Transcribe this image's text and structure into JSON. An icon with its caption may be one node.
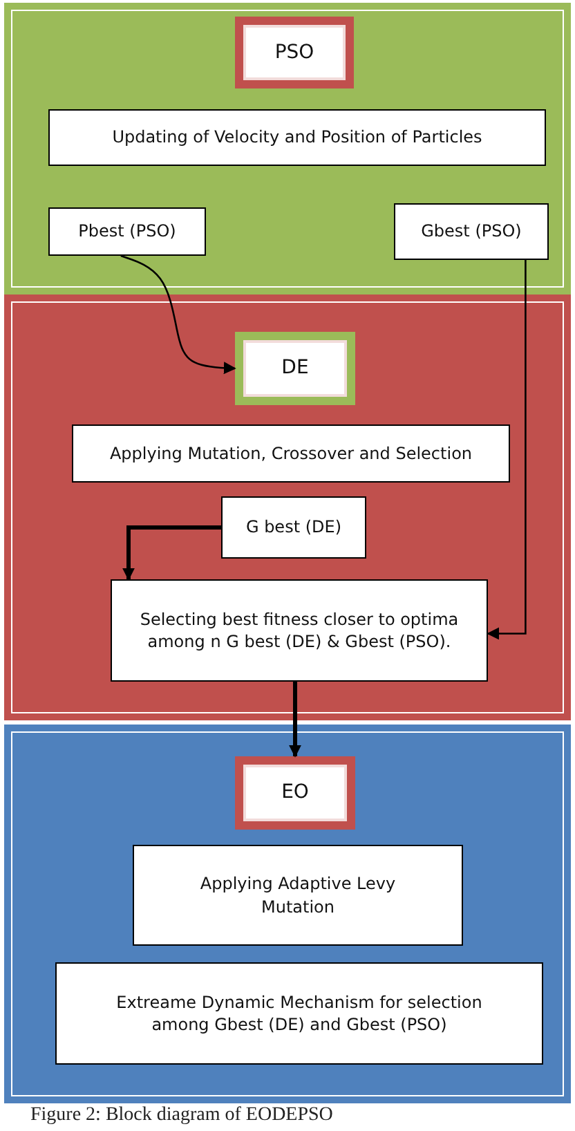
{
  "diagram": {
    "caption": "Figure 2: Block diagram of EODEPSO",
    "nodes": [
      {
        "text": [],
        "shape": "box"
      },
      {
        "text": [
          "PSO"
        ],
        "in": 0
      },
      {
        "text": [
          "Updating of Velocity and Position of Particles"
        ],
        "in": 0
      },
      {
        "text": [
          "Pbest (PSO)"
        ],
        "in": 0
      },
      {
        "text": [
          "Gbest (PSO)"
        ],
        "in": 0
      },
      {
        "text": [],
        "shape": "box"
      },
      {
        "text": [
          "DE"
        ],
        "in": 5
      },
      {
        "text": [
          "Applying Mutation, Crossover and Selection"
        ],
        "in": 5
      },
      {
        "text": [
          "G best (DE)"
        ],
        "in": 5
      },
      {
        "text": [
          "Selecting best fitness closer to optima among n G best (DE) & Gbest (PSO)."
        ],
        "in": 5
      },
      {
        "text": [],
        "shape": "box"
      },
      {
        "text": [
          "EO"
        ],
        "in": 10
      },
      {
        "text": [
          "Applying Adaptive Levy Mutation"
        ],
        "in": 10
      },
      {
        "text": [
          "Extreame Dynamic Mechanism for selection among Gbest (DE) and Gbest (PSO)"
        ],
        "in": 10
      }
    ],
    "edges": [
      {
        "from": 3,
        "to": 6,
        "arrow": "to"
      },
      {
        "from": 4,
        "to": 9,
        "arrow": "to"
      },
      {
        "from": 8,
        "to": 9,
        "arrow": "to",
        "style": "thick"
      },
      {
        "from": 9,
        "to": 11,
        "arrow": "to",
        "style": "thick"
      }
    ]
  }
}
